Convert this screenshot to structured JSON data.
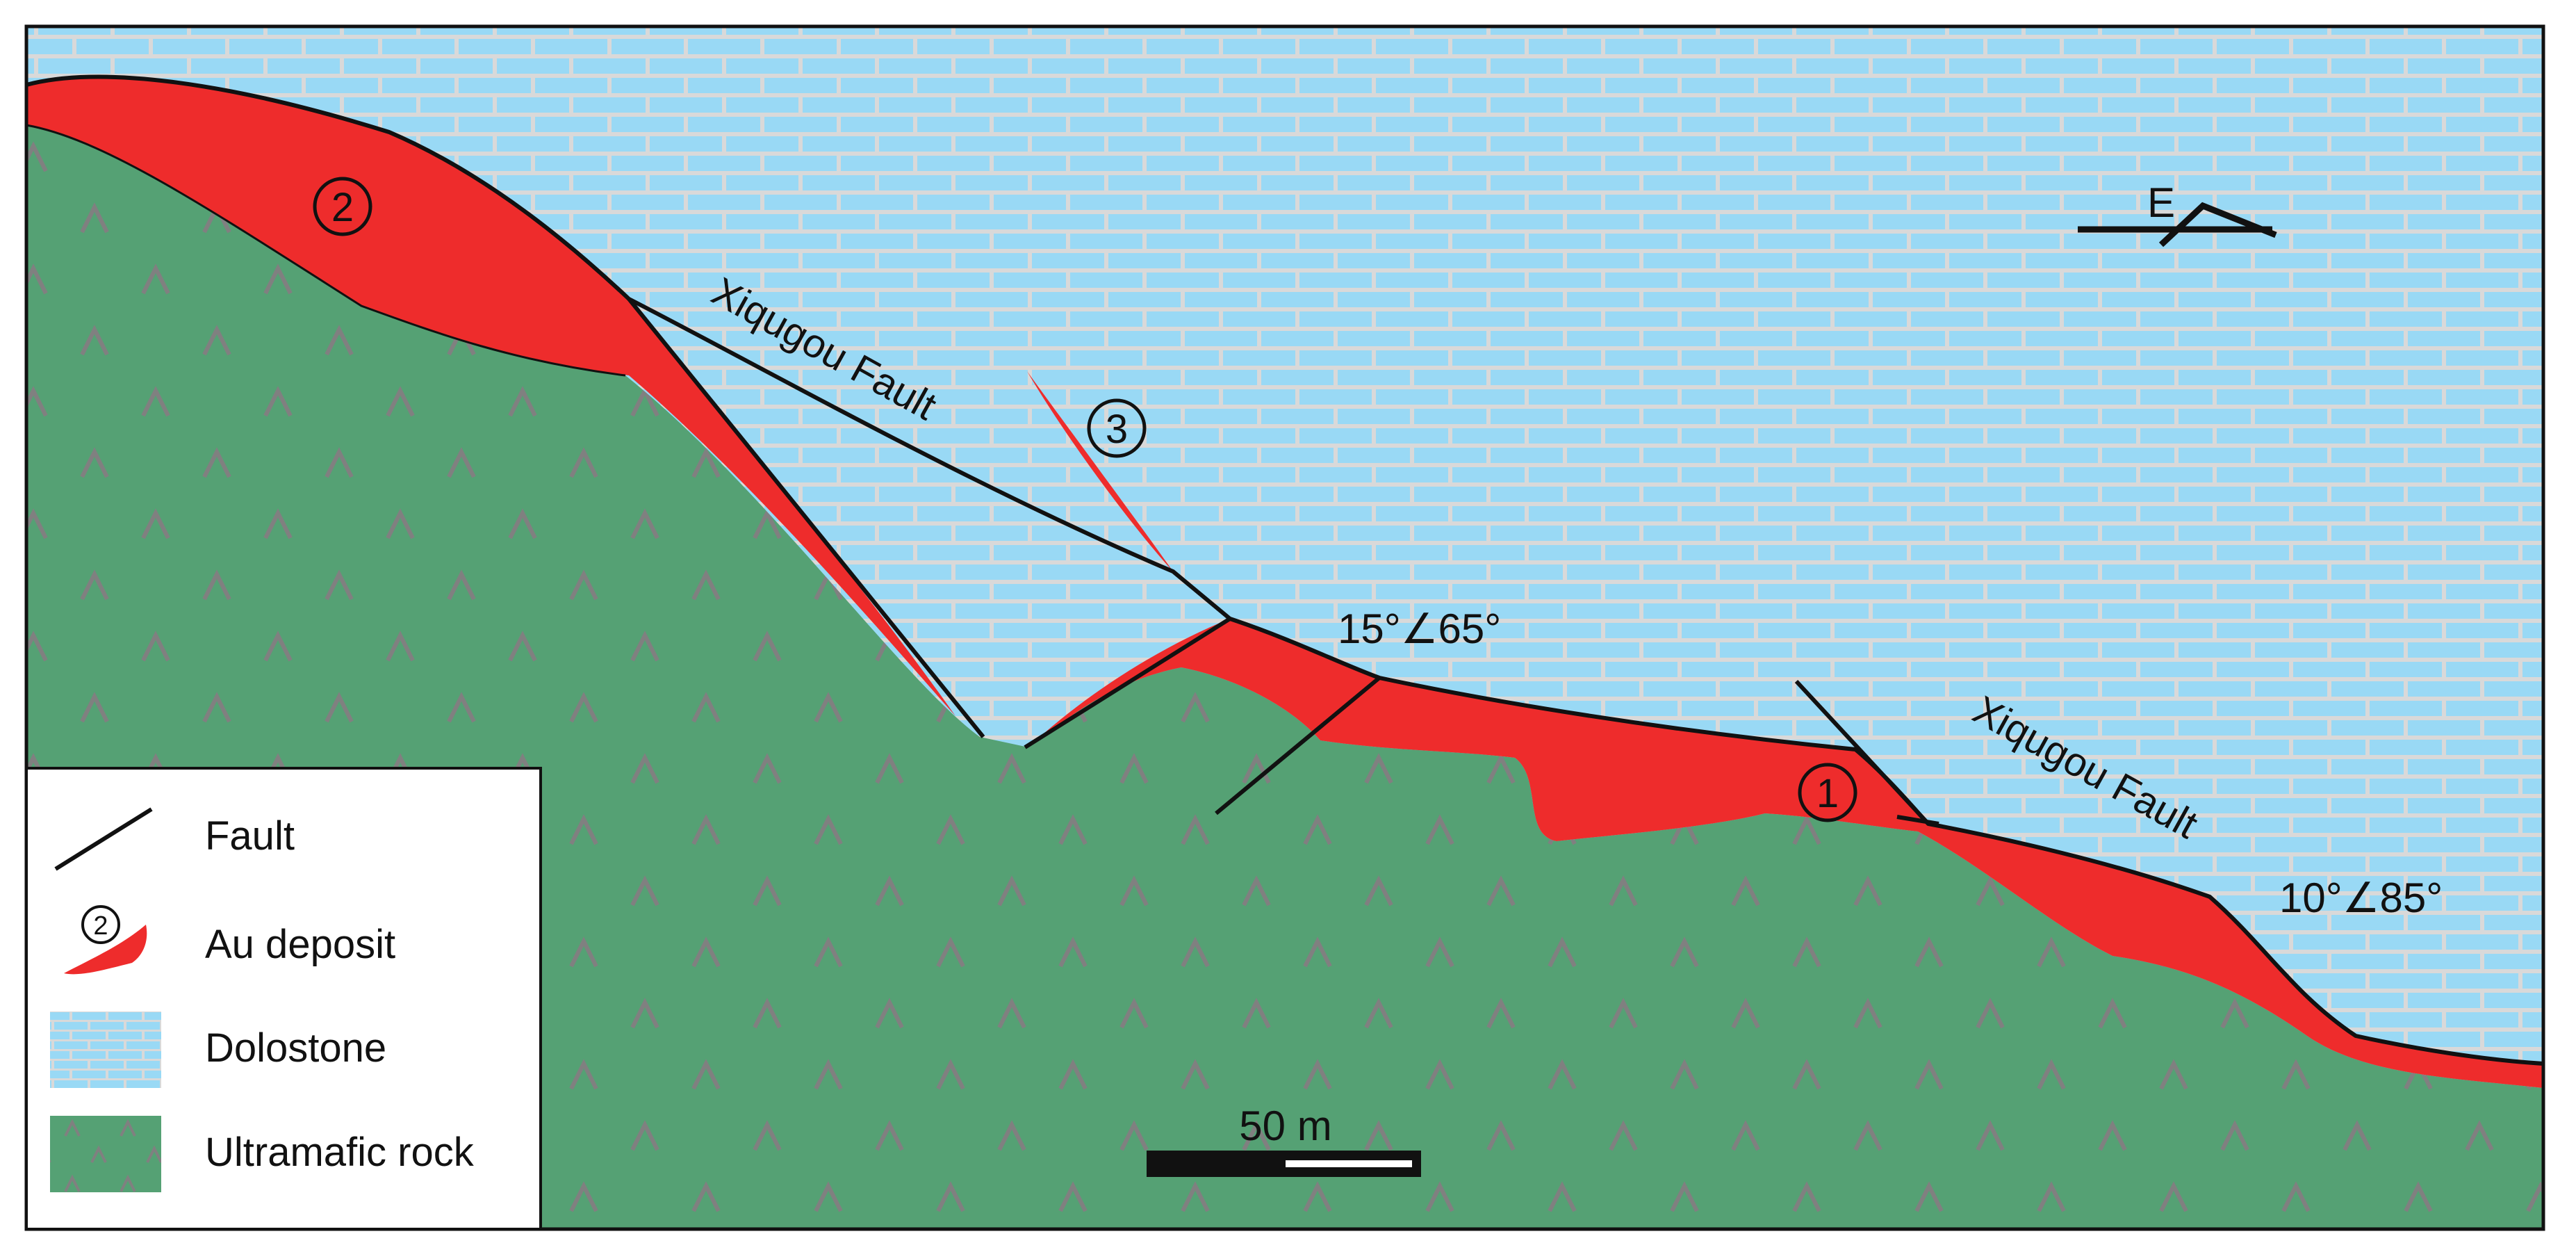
{
  "diagram": {
    "faults": [
      {
        "label": "Xiqugou Fault"
      },
      {
        "label": "Xiqugou Fault"
      }
    ],
    "attitudes": [
      "15°∠65°",
      "10°∠85°"
    ],
    "deposits": [
      {
        "number": "1"
      },
      {
        "number": "2"
      },
      {
        "number": "3"
      }
    ],
    "north_arrow": {
      "label": "E"
    },
    "scale_bar": {
      "label": "50 m"
    }
  },
  "legend": {
    "items": [
      {
        "label": "Fault",
        "symbol": "fault-line"
      },
      {
        "label": "Au deposit",
        "symbol": "au-deposit",
        "badge": "2"
      },
      {
        "label": "Dolostone",
        "symbol": "brick-pattern"
      },
      {
        "label": "Ultramafic rock",
        "symbol": "caret-pattern"
      }
    ]
  },
  "colors": {
    "dolostone_fill": "#99D9F5",
    "dolostone_mortar": "#D9D9D9",
    "ultramafic_fill": "#55A174",
    "ultramafic_symbol": "#808080",
    "au_deposit_fill": "#EE2C2C",
    "fault_line": "#111111"
  }
}
